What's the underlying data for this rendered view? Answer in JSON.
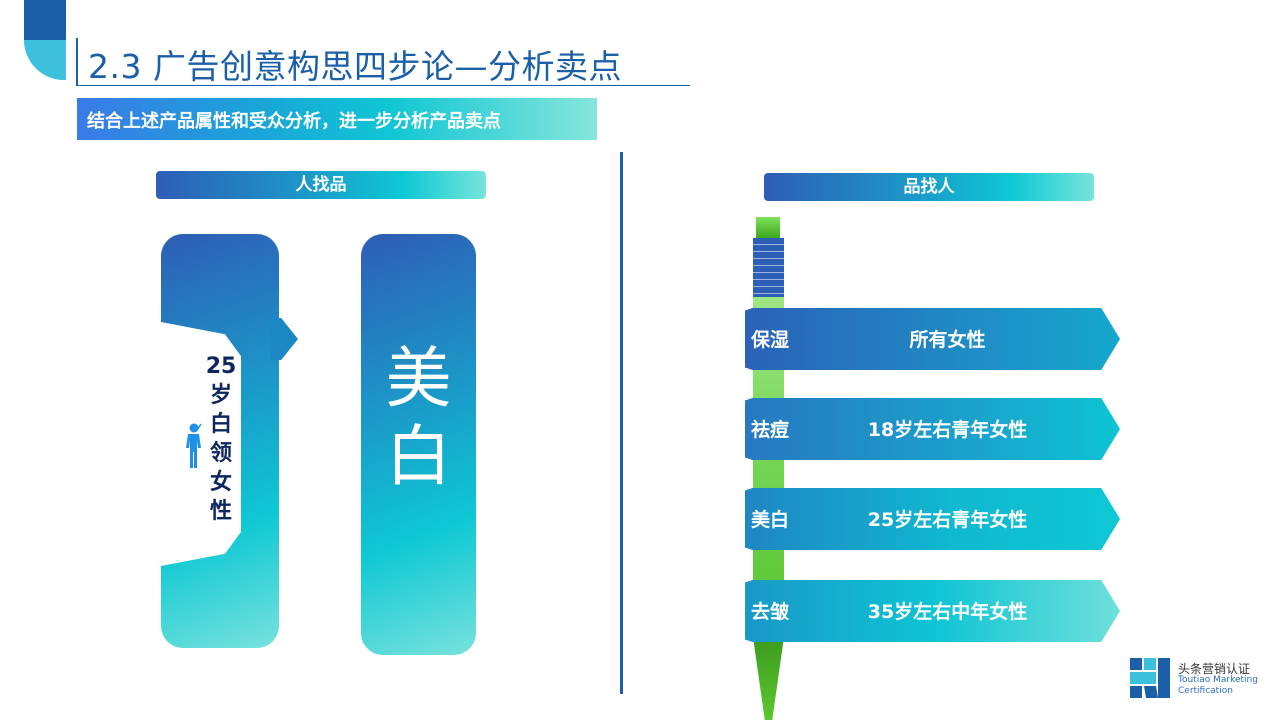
{
  "header": {
    "title": "2.3 广告创意构思四步论—分析卖点",
    "subtitle": "结合上述产品属性和受众分析，进一步分析产品卖点"
  },
  "left_section": {
    "header": "人找品",
    "audience_tag": [
      "25",
      "岁",
      "白",
      "领",
      "女",
      "性"
    ],
    "audience_icon": "person-icon",
    "product_point": [
      "美",
      "白"
    ]
  },
  "right_section": {
    "header": "品找人",
    "pencil_icon": "pencil-icon",
    "items": [
      {
        "benefit": "保湿",
        "audience": "所有女性"
      },
      {
        "benefit": "祛痘",
        "audience": "18岁左右青年女性"
      },
      {
        "benefit": "美白",
        "audience": "25岁左右青年女性"
      },
      {
        "benefit": "去皱",
        "audience": "35岁左右中年女性"
      }
    ]
  },
  "logo": {
    "name_cn": "头条营销认证",
    "name_en_line1": "Toutiao Marketing",
    "name_en_line2": "Certification"
  },
  "colors": {
    "primary_dark": "#1a5fa8",
    "accent_cyan": "#0ec8d4",
    "gradient_start": "#2e5db6",
    "gradient_end": "#78e2dc",
    "tag_text": "#0d2660",
    "pencil_green": "#55c42c"
  }
}
